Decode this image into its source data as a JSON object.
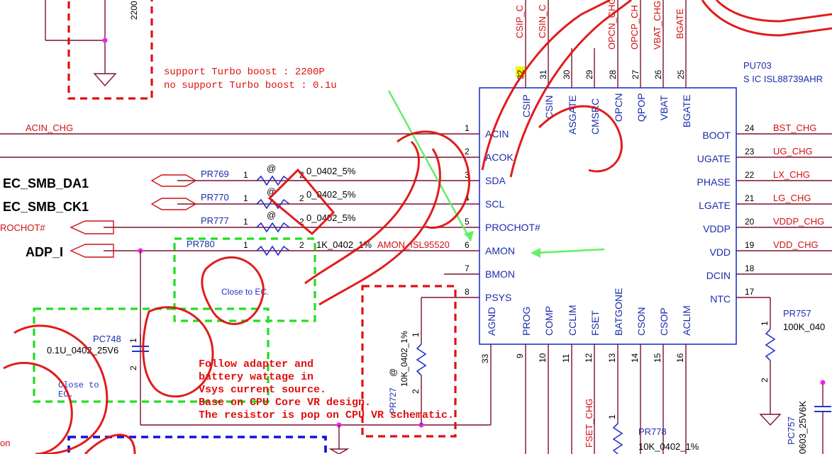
{
  "chip": {
    "ref": "PU703",
    "part": "S IC ISL88739AHR",
    "left_pins": [
      {
        "num": "1",
        "name": "ACIN"
      },
      {
        "num": "2",
        "name": "ACOK"
      },
      {
        "num": "3",
        "name": "SDA"
      },
      {
        "num": "4",
        "name": "SCL"
      },
      {
        "num": "5",
        "name": "PROCHOT#"
      },
      {
        "num": "6",
        "name": "AMON"
      },
      {
        "num": "7",
        "name": "BMON"
      },
      {
        "num": "8",
        "name": "PSYS"
      }
    ],
    "right_pins": [
      {
        "num": "24",
        "name": "BOOT",
        "net": "BST_CHG"
      },
      {
        "num": "23",
        "name": "UGATE",
        "net": "UG_CHG"
      },
      {
        "num": "22",
        "name": "PHASE",
        "net": "LX_CHG"
      },
      {
        "num": "21",
        "name": "LGATE",
        "net": "LG_CHG"
      },
      {
        "num": "20",
        "name": "VDDP",
        "net": "VDDP_CHG"
      },
      {
        "num": "19",
        "name": "VDD",
        "net": "VDD_CHG"
      },
      {
        "num": "18",
        "name": "DCIN",
        "net": ""
      },
      {
        "num": "17",
        "name": "NTC",
        "net": ""
      }
    ],
    "top_pins": [
      {
        "num": "32",
        "name": "CSIP",
        "net": "CSIP_C"
      },
      {
        "num": "31",
        "name": "CSIN",
        "net": "CSIN_C"
      },
      {
        "num": "30",
        "name": "ASGATE",
        "net": ""
      },
      {
        "num": "29",
        "name": "CMSRC",
        "net": ""
      },
      {
        "num": "28",
        "name": "OPCN",
        "net": "OPCN_CHG"
      },
      {
        "num": "27",
        "name": "QPOP",
        "net": "OPCP_CH"
      },
      {
        "num": "26",
        "name": "VBAT",
        "net": "VBAT_CHG"
      },
      {
        "num": "25",
        "name": "BGATE",
        "net": "BGATE"
      }
    ],
    "bottom_pins": [
      {
        "num": "33",
        "name": "AGND"
      },
      {
        "num": "9",
        "name": "PROG"
      },
      {
        "num": "10",
        "name": "COMP"
      },
      {
        "num": "11",
        "name": "CCLIM"
      },
      {
        "num": "12",
        "name": "FSET"
      },
      {
        "num": "13",
        "name": "BATGONE"
      },
      {
        "num": "14",
        "name": "CSON"
      },
      {
        "num": "15",
        "name": "CSOP"
      },
      {
        "num": "16",
        "name": "ACLIM"
      }
    ]
  },
  "nets": {
    "acin": "ACIN_CHG",
    "ec_smb_da1": "EC_SMB_DA1",
    "ec_smb_ck1": "EC_SMB_CK1",
    "prochot": "ROCHOT#",
    "adp_i": "ADP_I",
    "amon_net": "AMON_ISL95520",
    "fset": "FSET_CHG",
    "vddp_bottom": "VDDP_CHG"
  },
  "resistors": [
    {
      "ref": "PR769",
      "pin1": "1",
      "pin2": "2",
      "value": "0_0402_5%",
      "pop": "@"
    },
    {
      "ref": "PR770",
      "pin1": "1",
      "pin2": "2",
      "value": "0_0402_5%",
      "pop": "@"
    },
    {
      "ref": "PR777",
      "pin1": "1",
      "pin2": "2",
      "value": "0_0402_5%",
      "pop": "@"
    },
    {
      "ref": "PR780",
      "pin1": "1",
      "pin2": "2",
      "value": "1K_0402_1%",
      "pop": ""
    }
  ],
  "pr727": {
    "ref": "PR727",
    "value": "10K_0402_1%",
    "pop": "@",
    "pin1": "1",
    "pin2": "2"
  },
  "pr757": {
    "ref": "PR757",
    "value": "100K_040",
    "pin1": "1",
    "pin2": "2"
  },
  "pr778": {
    "ref": "PR778",
    "value": "10K_0402_1%",
    "pin1": "1"
  },
  "pc748": {
    "ref": "PC748",
    "value": "0.1U_0402_25V6",
    "pin1": "1",
    "pin2": "2"
  },
  "pc757": {
    "ref": "PC757",
    "value": "0603_25V6K"
  },
  "top_cap_value": "2200",
  "notes": {
    "turbo1": "support Turbo boost : 2200P",
    "turbo2": "no support Turbo boost : 0.1u",
    "close_ec1": "Close to EC.",
    "close_ec2a": "Close to",
    "close_ec2b": "EC.",
    "follow": [
      "Follow adapter and",
      "battery wattage in",
      "Vsys current source.",
      "Base on CPU Core VR design.",
      "The resistor is pop on CPU VR schematic."
    ],
    "edge_left": "on"
  },
  "colors": {
    "chip_outline": "#2233cc",
    "net_label": "#d01010",
    "highlight_green": "#22dd22",
    "highlight_red": "#e01010",
    "highlight_blue": "#1010dd"
  }
}
